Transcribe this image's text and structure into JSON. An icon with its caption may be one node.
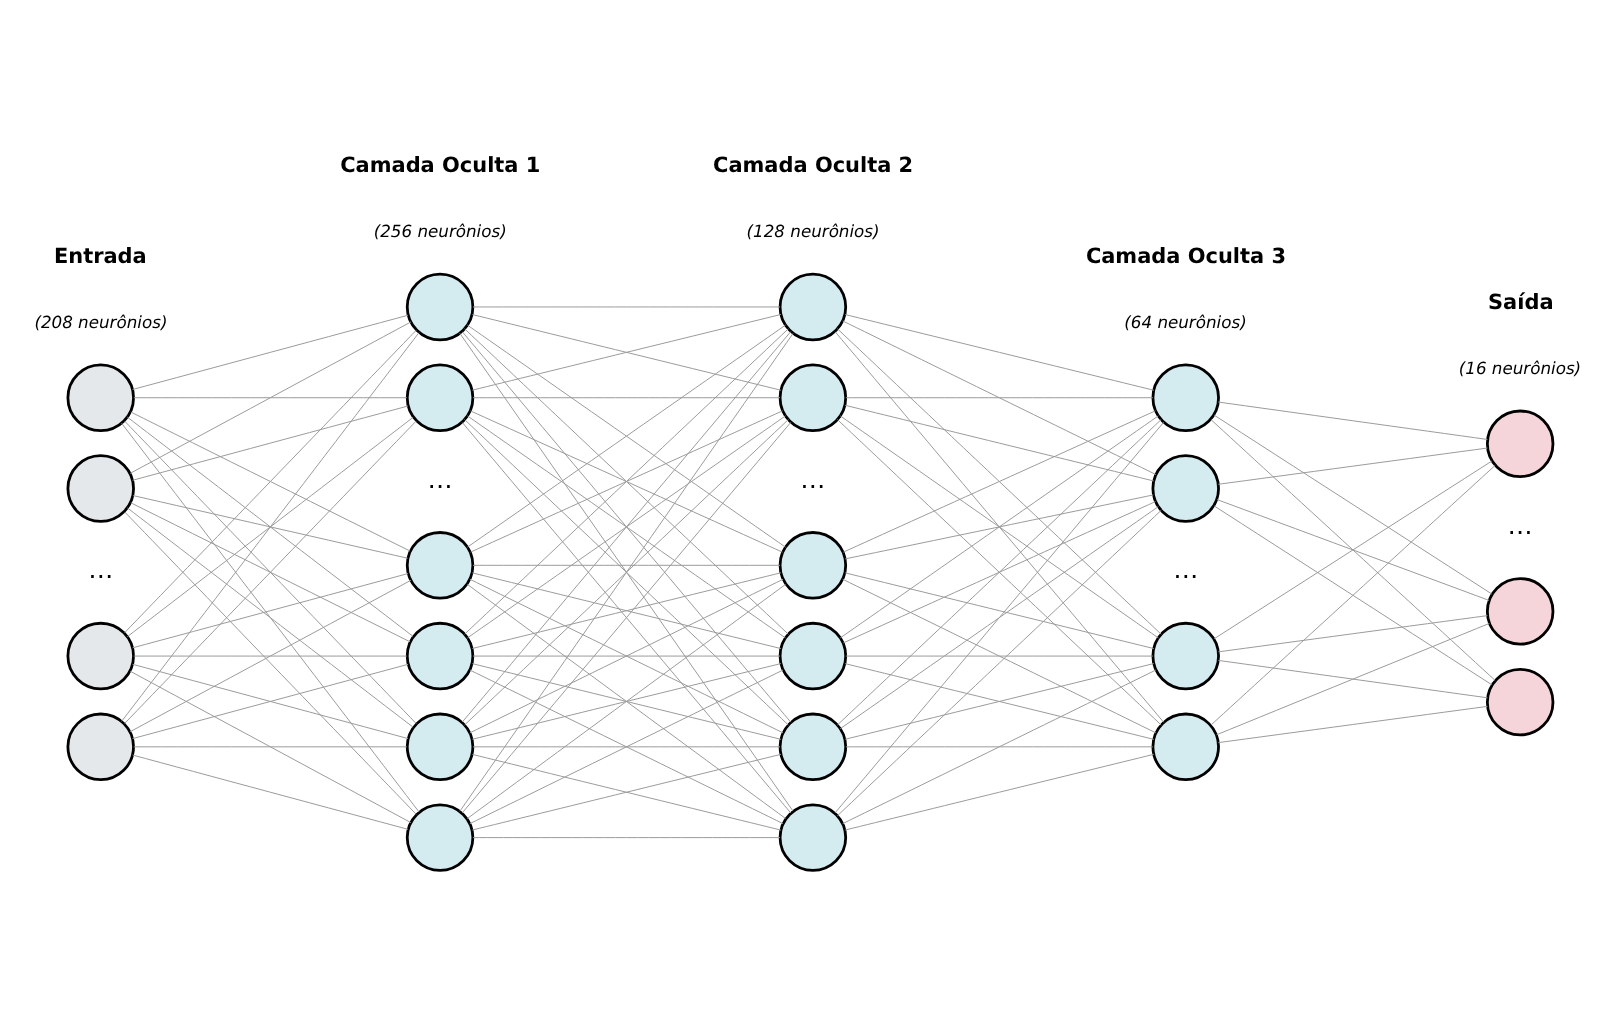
{
  "diagram": {
    "nodes": [
      {
        "text": [],
        "shape": "circle"
      },
      {
        "text": [],
        "shape": "circle"
      },
      {
        "text": [],
        "shape": "circle"
      },
      {
        "text": [],
        "shape": "circle"
      },
      {
        "text": [],
        "shape": "circle"
      },
      {
        "text": [],
        "shape": "circle"
      },
      {
        "text": [],
        "shape": "circle"
      },
      {
        "text": [],
        "shape": "circle"
      },
      {
        "text": [],
        "shape": "circle"
      },
      {
        "text": [],
        "shape": "circle"
      },
      {
        "text": [],
        "shape": "circle"
      },
      {
        "text": [],
        "shape": "circle"
      },
      {
        "text": [],
        "shape": "circle"
      },
      {
        "text": [],
        "shape": "circle"
      },
      {
        "text": [],
        "shape": "circle"
      },
      {
        "text": [],
        "shape": "circle"
      },
      {
        "text": [],
        "shape": "circle"
      },
      {
        "text": [],
        "shape": "circle"
      },
      {
        "text": [],
        "shape": "circle"
      },
      {
        "text": [],
        "shape": "circle"
      },
      {
        "text": [],
        "shape": "circle"
      },
      {
        "text": [],
        "shape": "circle"
      },
      {
        "text": [],
        "shape": "circle"
      }
    ],
    "edges": [
      {
        "from": 0,
        "to": 4,
        "arrow": "none"
      },
      {
        "from": 0,
        "to": 5,
        "arrow": "none"
      },
      {
        "from": 0,
        "to": 6,
        "arrow": "none"
      },
      {
        "from": 0,
        "to": 7,
        "arrow": "none"
      },
      {
        "from": 0,
        "to": 8,
        "arrow": "none"
      },
      {
        "from": 0,
        "to": 9,
        "arrow": "none"
      },
      {
        "from": 1,
        "to": 4,
        "arrow": "none"
      },
      {
        "from": 1,
        "to": 5,
        "arrow": "none"
      },
      {
        "from": 1,
        "to": 6,
        "arrow": "none"
      },
      {
        "from": 1,
        "to": 7,
        "arrow": "none"
      },
      {
        "from": 1,
        "to": 8,
        "arrow": "none"
      },
      {
        "from": 1,
        "to": 9,
        "arrow": "none"
      },
      {
        "from": 2,
        "to": 4,
        "arrow": "none"
      },
      {
        "from": 2,
        "to": 5,
        "arrow": "none"
      },
      {
        "from": 2,
        "to": 6,
        "arrow": "none"
      },
      {
        "from": 2,
        "to": 7,
        "arrow": "none"
      },
      {
        "from": 2,
        "to": 8,
        "arrow": "none"
      },
      {
        "from": 2,
        "to": 9,
        "arrow": "none"
      },
      {
        "from": 3,
        "to": 4,
        "arrow": "none"
      },
      {
        "from": 3,
        "to": 5,
        "arrow": "none"
      },
      {
        "from": 3,
        "to": 6,
        "arrow": "none"
      },
      {
        "from": 3,
        "to": 7,
        "arrow": "none"
      },
      {
        "from": 3,
        "to": 8,
        "arrow": "none"
      },
      {
        "from": 3,
        "to": 9,
        "arrow": "none"
      },
      {
        "from": 4,
        "to": 10,
        "arrow": "none"
      },
      {
        "from": 4,
        "to": 11,
        "arrow": "none"
      },
      {
        "from": 4,
        "to": 12,
        "arrow": "none"
      },
      {
        "from": 4,
        "to": 13,
        "arrow": "none"
      },
      {
        "from": 4,
        "to": 14,
        "arrow": "none"
      },
      {
        "from": 4,
        "to": 15,
        "arrow": "none"
      },
      {
        "from": 5,
        "to": 10,
        "arrow": "none"
      },
      {
        "from": 5,
        "to": 11,
        "arrow": "none"
      },
      {
        "from": 5,
        "to": 12,
        "arrow": "none"
      },
      {
        "from": 5,
        "to": 13,
        "arrow": "none"
      },
      {
        "from": 5,
        "to": 14,
        "arrow": "none"
      },
      {
        "from": 5,
        "to": 15,
        "arrow": "none"
      },
      {
        "from": 6,
        "to": 10,
        "arrow": "none"
      },
      {
        "from": 6,
        "to": 11,
        "arrow": "none"
      },
      {
        "from": 6,
        "to": 12,
        "arrow": "none"
      },
      {
        "from": 6,
        "to": 13,
        "arrow": "none"
      },
      {
        "from": 6,
        "to": 14,
        "arrow": "none"
      },
      {
        "from": 6,
        "to": 15,
        "arrow": "none"
      },
      {
        "from": 7,
        "to": 10,
        "arrow": "none"
      },
      {
        "from": 7,
        "to": 11,
        "arrow": "none"
      },
      {
        "from": 7,
        "to": 12,
        "arrow": "none"
      },
      {
        "from": 7,
        "to": 13,
        "arrow": "none"
      },
      {
        "from": 7,
        "to": 14,
        "arrow": "none"
      },
      {
        "from": 7,
        "to": 15,
        "arrow": "none"
      },
      {
        "from": 8,
        "to": 10,
        "arrow": "none"
      },
      {
        "from": 8,
        "to": 11,
        "arrow": "none"
      },
      {
        "from": 8,
        "to": 12,
        "arrow": "none"
      },
      {
        "from": 8,
        "to": 13,
        "arrow": "none"
      },
      {
        "from": 8,
        "to": 14,
        "arrow": "none"
      },
      {
        "from": 8,
        "to": 15,
        "arrow": "none"
      },
      {
        "from": 9,
        "to": 10,
        "arrow": "none"
      },
      {
        "from": 9,
        "to": 11,
        "arrow": "none"
      },
      {
        "from": 9,
        "to": 12,
        "arrow": "none"
      },
      {
        "from": 9,
        "to": 13,
        "arrow": "none"
      },
      {
        "from": 9,
        "to": 14,
        "arrow": "none"
      },
      {
        "from": 9,
        "to": 15,
        "arrow": "none"
      },
      {
        "from": 10,
        "to": 16,
        "arrow": "none"
      },
      {
        "from": 10,
        "to": 17,
        "arrow": "none"
      },
      {
        "from": 10,
        "to": 18,
        "arrow": "none"
      },
      {
        "from": 10,
        "to": 19,
        "arrow": "none"
      },
      {
        "from": 11,
        "to": 16,
        "arrow": "none"
      },
      {
        "from": 11,
        "to": 17,
        "arrow": "none"
      },
      {
        "from": 11,
        "to": 18,
        "arrow": "none"
      },
      {
        "from": 11,
        "to": 19,
        "arrow": "none"
      },
      {
        "from": 12,
        "to": 16,
        "arrow": "none"
      },
      {
        "from": 12,
        "to": 17,
        "arrow": "none"
      },
      {
        "from": 12,
        "to": 18,
        "arrow": "none"
      },
      {
        "from": 12,
        "to": 19,
        "arrow": "none"
      },
      {
        "from": 13,
        "to": 16,
        "arrow": "none"
      },
      {
        "from": 13,
        "to": 17,
        "arrow": "none"
      },
      {
        "from": 13,
        "to": 18,
        "arrow": "none"
      },
      {
        "from": 13,
        "to": 19,
        "arrow": "none"
      },
      {
        "from": 14,
        "to": 16,
        "arrow": "none"
      },
      {
        "from": 14,
        "to": 17,
        "arrow": "none"
      },
      {
        "from": 14,
        "to": 18,
        "arrow": "none"
      },
      {
        "from": 14,
        "to": 19,
        "arrow": "none"
      },
      {
        "from": 15,
        "to": 16,
        "arrow": "none"
      },
      {
        "from": 15,
        "to": 17,
        "arrow": "none"
      },
      {
        "from": 15,
        "to": 18,
        "arrow": "none"
      },
      {
        "from": 15,
        "to": 19,
        "arrow": "none"
      },
      {
        "from": 16,
        "to": 20,
        "arrow": "none"
      },
      {
        "from": 16,
        "to": 21,
        "arrow": "none"
      },
      {
        "from": 16,
        "to": 22,
        "arrow": "none"
      },
      {
        "from": 17,
        "to": 20,
        "arrow": "none"
      },
      {
        "from": 17,
        "to": 21,
        "arrow": "none"
      },
      {
        "from": 17,
        "to": 22,
        "arrow": "none"
      },
      {
        "from": 18,
        "to": 20,
        "arrow": "none"
      },
      {
        "from": 18,
        "to": 21,
        "arrow": "none"
      },
      {
        "from": 18,
        "to": 22,
        "arrow": "none"
      },
      {
        "from": 19,
        "to": 20,
        "arrow": "none"
      },
      {
        "from": 19,
        "to": 21,
        "arrow": "none"
      },
      {
        "from": 19,
        "to": 22,
        "arrow": "none"
      }
    ],
    "labels": [
      "Entrada",
      "(208 neurônios)",
      "Camada Oculta 1",
      "(256 neurônios)",
      "Camada Oculta 2",
      "(128 neurônios)",
      "Camada Oculta 3",
      "(64 neurônios)",
      "Saída",
      "(16 neurônios)",
      "…",
      "…",
      "…",
      "…",
      "…"
    ]
  }
}
